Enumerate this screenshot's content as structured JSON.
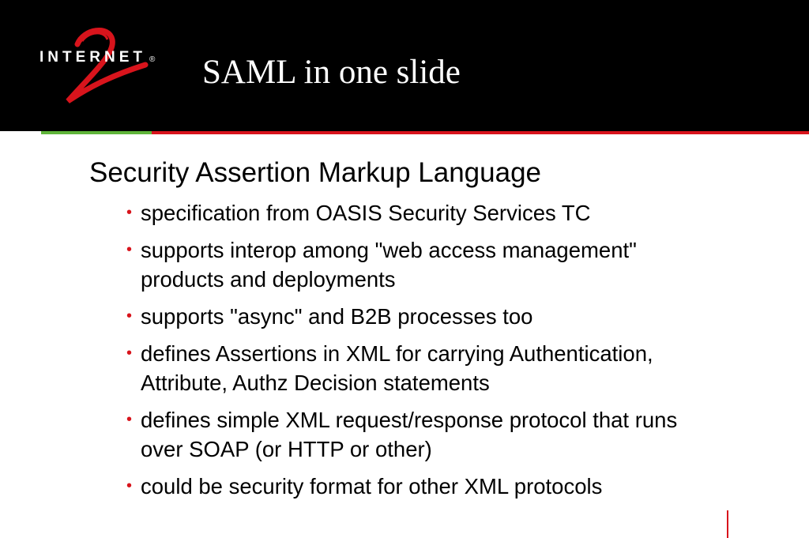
{
  "slide": {
    "title": "SAML in one slide",
    "logo_text": "INTERNET",
    "logo_mark": "®",
    "heading": "Security Assertion Markup Language",
    "bullets": [
      "specification from OASIS Security Services TC",
      "supports interop among \"web access management\" products and deployments",
      "supports \"async\" and B2B processes too",
      "defines Assertions in XML for carrying Authentication, Attribute, Authz Decision statements",
      "defines simple XML request/response protocol that runs over SOAP (or HTTP or other)",
      "could be security format for other XML protocols"
    ],
    "bullet_glyph": "•"
  },
  "colors": {
    "header_background": "#000000",
    "accent_red": "#d8141c",
    "accent_green": "#5fb53a",
    "text": "#000000"
  }
}
